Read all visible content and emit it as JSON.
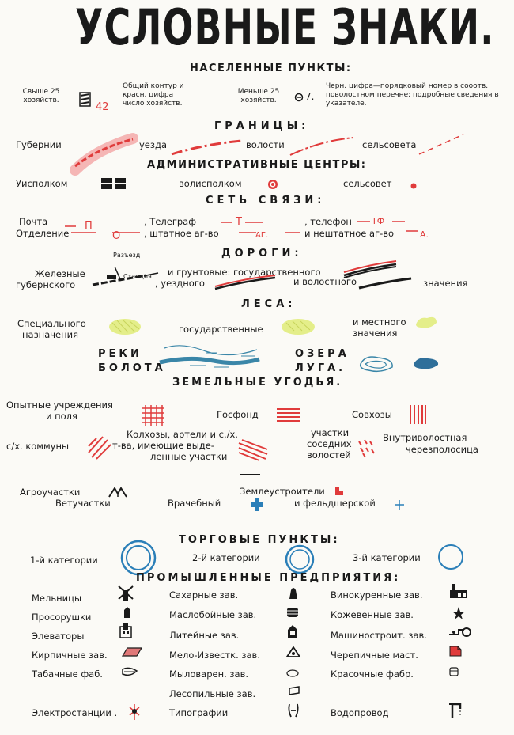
{
  "title": "УСЛОВНЫЕ ЗНАКИ.",
  "sections": {
    "settlements": {
      "heading": "НАСЕЛЕННЫЕ ПУНКТЫ:",
      "over25": "Свыше 25 хозяйств.",
      "contour_note": "Общий контур и красн. цифра число хозяйств.",
      "sample_red_number": "42",
      "under25": "Меньше 25 хозяйств.",
      "sample_black_number": "7.",
      "black_note": "Черн. цифра—порядковый номер в сооотв. поволостном перечне; подробные сведения в указателе."
    },
    "borders": {
      "heading": "ГРАНИЦЫ:",
      "items": [
        "Губернии",
        "уезда",
        "волости",
        "сельсовета"
      ]
    },
    "admin": {
      "heading": "АДМИНИСТРАТИВНЫЕ ЦЕНТРЫ:",
      "items": [
        "Уисполком",
        "волисполком",
        "сельсовет"
      ]
    },
    "comm": {
      "heading": "СЕТЬ СВЯЗИ:",
      "post": "Почта—",
      "post_branch": "Отделение",
      "post_mark": "П",
      "post_branch_mark": "О",
      "telegraph": ", Телеграф",
      "telegraph_staff": ", штатное аг-во",
      "telegraph_mark": "Т",
      "telegraph_agency_mark": "АГ.",
      "phone": ", телефон",
      "phone_nonstaff": "и нештатное аг-во",
      "phone_mark": "ТФ",
      "phone_agency_mark": "А."
    },
    "roads": {
      "heading": "ДОРОГИ:",
      "rail1": "Железные",
      "rail2": "губернского",
      "siding": "Разъезд",
      "station": "Станция",
      "dirt": "и грунтовые: государственного",
      "county": ", уездного",
      "volost": "и волостного",
      "value": "значения"
    },
    "forests": {
      "heading": "ЛЕСА:",
      "special1": "Специального",
      "special2": "назначения",
      "state": "государственные",
      "local1": "и местного",
      "local2": "значения"
    },
    "water": {
      "rivers": "РЕКИ",
      "swamps": "БОЛОТА",
      "lakes": "ОЗЕРА",
      "meadows": "ЛУГА."
    },
    "land": {
      "heading": "ЗЕМЕЛЬНЫЕ УГОДЬЯ.",
      "experimental1": "Опытные учреждения",
      "experimental2": "и поля",
      "gosfond": "Госфонд",
      "sovkhoz": "Совхозы",
      "communes": "с/х. коммуны",
      "kolkhoz1": "Колхозы, артели и с./х.",
      "kolkhoz2": "т-ва, имеющие выде-",
      "kolkhoz3": "ленные участки",
      "neighbor1": "участки",
      "neighbor2": "соседних",
      "neighbor3": "волостей",
      "strip1": "Внутриволостная",
      "strip2": "черезполосица"
    },
    "services": {
      "agro": "Агроучастки",
      "vet": "Ветучастки",
      "land_surveyors": "Землеустроители",
      "doctor": "Врачебный",
      "feldsher": "и фельдшерской"
    },
    "trade": {
      "heading": "ТОРГОВЫЕ ПУНКТЫ:",
      "cat1": "1-й категории",
      "cat2": "2-й категории",
      "cat3": "3-й категории"
    },
    "industry": {
      "heading": "ПРОМЫШЛЕННЫЕ ПРЕДПРИЯТИЯ:",
      "col1": [
        "Мельницы",
        "Просорушки",
        "Элеваторы",
        "Кирпичные зав.",
        "Табачные фаб.",
        "",
        "Электростанции ."
      ],
      "col2": [
        "Сахарные зав.",
        "Маслобойные зав.",
        "Литейные зав.",
        "Мело-Известк. зав.",
        "Мыловарен. зав.",
        "Лесопильные зав.",
        "Типографии"
      ],
      "col3": [
        "Винокуренные зав.",
        "Кожевенные зав.",
        "Машиностроит. зав.",
        "Черепичные маст.",
        "Красочные фабр.",
        "",
        "Водопровод"
      ]
    }
  },
  "colors": {
    "red": "#e03b3b",
    "blue": "#2b7fb8",
    "river": "#3a86a8",
    "forest": "#e4ee8a",
    "ink": "#1a1a1a"
  }
}
